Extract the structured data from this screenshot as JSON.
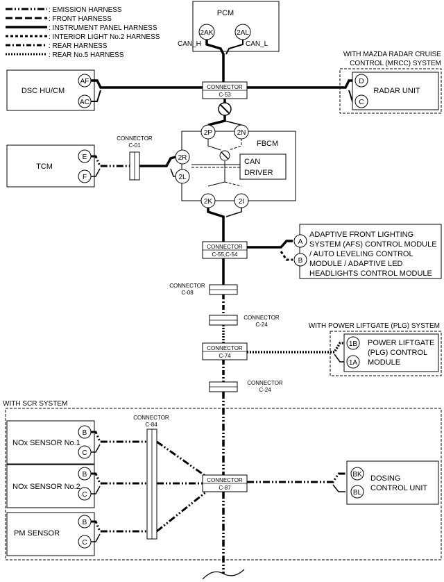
{
  "legend": [
    {
      "label": ": EMISSION HARNESS",
      "style": "emission"
    },
    {
      "label": ": FRONT HARNESS",
      "style": "front"
    },
    {
      "label": ": INSTRUMENT PANEL HARNESS",
      "style": "instrument"
    },
    {
      "label": ": INTERIOR LIGHT No.2 HARNESS",
      "style": "interior"
    },
    {
      "label": ": REAR HARNESS",
      "style": "rear"
    },
    {
      "label": ": REAR No.5 HARNESS",
      "style": "rear5"
    }
  ],
  "pcm": {
    "label": "PCM",
    "pin_h": "2AK",
    "pin_l": "2AL",
    "can_h": "CAN_H",
    "can_l": "CAN_L"
  },
  "dsc": {
    "label": "DSC HU/CM",
    "pin1": "AF",
    "pin2": "AC"
  },
  "radar": {
    "group_line1": "WITH MAZDA RADAR CRUISE",
    "group_line2": "CONTROL (MRCC) SYSTEM",
    "label": "RADAR UNIT",
    "pin1": "D",
    "pin2": "C"
  },
  "c53": {
    "line1": "CONNECTOR",
    "line2": "C-53"
  },
  "fbcm": {
    "label": "FBCM",
    "can_line1": "CAN",
    "can_line2": "DRIVER",
    "pin_2p": "2P",
    "pin_2n": "2N",
    "pin_2r": "2R",
    "pin_2l": "2L",
    "pin_2k": "2K",
    "pin_2i": "2I"
  },
  "tcm": {
    "label": "TCM",
    "pin1": "E",
    "pin2": "F"
  },
  "c01": {
    "line1": "CONNECTOR",
    "line2": "C-01"
  },
  "c55": {
    "line1": "CONNECTOR",
    "line2": "C-55,C-54"
  },
  "afs": {
    "lines": [
      "ADAPTIVE FRONT LIGHTING",
      "SYSTEM (AFS) CONTROL MODULE",
      "/ AUTO LEVELING CONTROL",
      "MODULE / ADAPTIVE LED",
      "HEADLIGHTS CONTROL MODULE"
    ],
    "pin1": "A",
    "pin2": "B"
  },
  "c08": {
    "line1": "CONNECTOR",
    "line2": "C-08"
  },
  "c24a": {
    "line1": "CONNECTOR",
    "line2": "C-24"
  },
  "plg": {
    "group": "WITH POWER LIFTGATE (PLG) SYSTEM",
    "lines": [
      "POWER LIFTGATE",
      "(PLG) CONTROL",
      "MODULE"
    ],
    "pin1": "1B",
    "pin2": "1A"
  },
  "c74": {
    "line1": "CONNECTOR",
    "line2": "C-74"
  },
  "c24b": {
    "line1": "CONNECTOR",
    "line2": "C-24"
  },
  "scr": {
    "group": "WITH SCR SYSTEM"
  },
  "c84": {
    "line1": "CONNECTOR",
    "line2": "C-84"
  },
  "c87": {
    "line1": "CONNECTOR",
    "line2": "C-87"
  },
  "nox1": {
    "label": "NOx SENSOR No.1",
    "pin1": "B",
    "pin2": "C"
  },
  "nox2": {
    "label": "NOx SENSOR No.2",
    "pin1": "B",
    "pin2": "C"
  },
  "pm": {
    "label": "PM SENSOR",
    "pin1": "B",
    "pin2": "C"
  },
  "dosing": {
    "line1": "DOSING",
    "line2": "CONTROL UNIT",
    "pin1": "BK",
    "pin2": "BL"
  }
}
